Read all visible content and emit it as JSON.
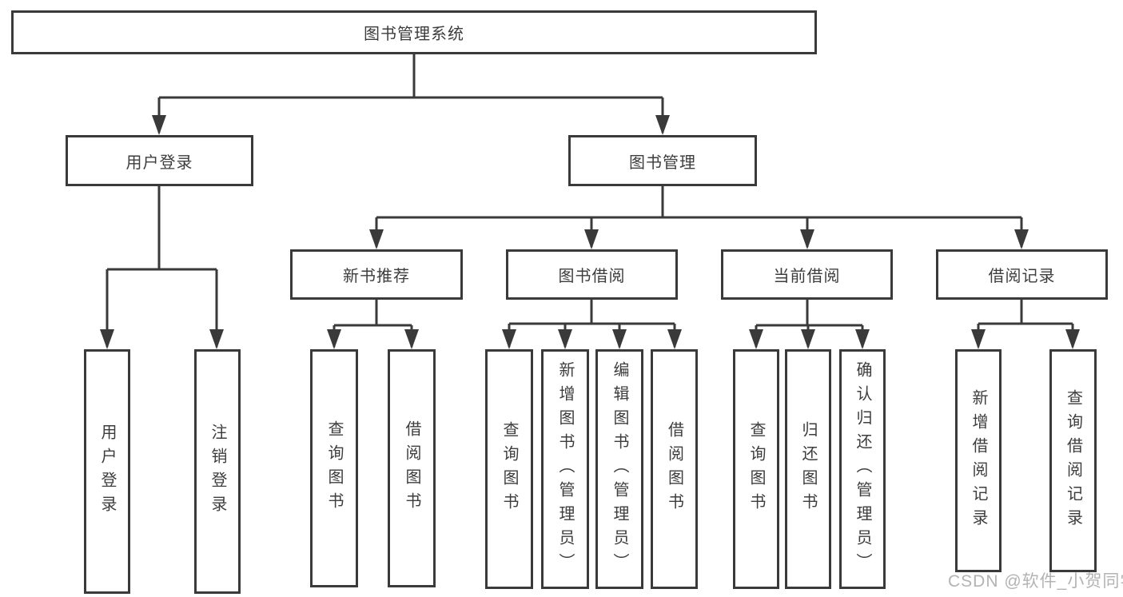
{
  "diagram": {
    "title": "图书管理系统",
    "type": "hierarchy-tree",
    "watermark": "CSDN @软件_小贺同学"
  },
  "colors": {
    "line": "#3a3a3a",
    "border": "#3a3a3a",
    "text": "#3d3d3d",
    "background": "#ffffff",
    "watermark": "#b3b3b3"
  },
  "nodes": {
    "root": {
      "label": "图书管理系统"
    },
    "user_login": {
      "label": "用户登录"
    },
    "book_mgmt": {
      "label": "图书管理"
    },
    "leaf_user_login": {
      "label": "用户登录"
    },
    "leaf_logout": {
      "label": "注销登录"
    },
    "new_book_rec": {
      "label": "新书推荐"
    },
    "book_borrow": {
      "label": "图书借阅"
    },
    "current_borrow": {
      "label": "当前借阅"
    },
    "borrow_records": {
      "label": "借阅记录"
    },
    "leaf_query_books_1": {
      "label": "查询图书"
    },
    "leaf_borrow_books_1": {
      "label": "借阅图书"
    },
    "leaf_query_books_2": {
      "label": "查询图书"
    },
    "leaf_add_book": {
      "label": "新增图书（管理员）"
    },
    "leaf_edit_book": {
      "label": "编辑图书（管理员）"
    },
    "leaf_borrow_books_2": {
      "label": "借阅图书"
    },
    "leaf_query_books_3": {
      "label": "查询图书"
    },
    "leaf_return_book": {
      "label": "归还图书"
    },
    "leaf_confirm_return": {
      "label": "确认归还（管理员）"
    },
    "leaf_add_borrow_record": {
      "label": "新增借阅记录"
    },
    "leaf_query_borrow_record": {
      "label": "查询借阅记录"
    }
  },
  "hierarchy": {
    "图书管理系统": {
      "用户登录": [
        "用户登录",
        "注销登录"
      ],
      "图书管理": {
        "新书推荐": [
          "查询图书",
          "借阅图书"
        ],
        "图书借阅": [
          "查询图书",
          "新增图书（管理员）",
          "编辑图书（管理员）",
          "借阅图书"
        ],
        "当前借阅": [
          "查询图书",
          "归还图书",
          "确认归还（管理员）"
        ],
        "借阅记录": [
          "新增借阅记录",
          "查询借阅记录"
        ]
      }
    }
  }
}
